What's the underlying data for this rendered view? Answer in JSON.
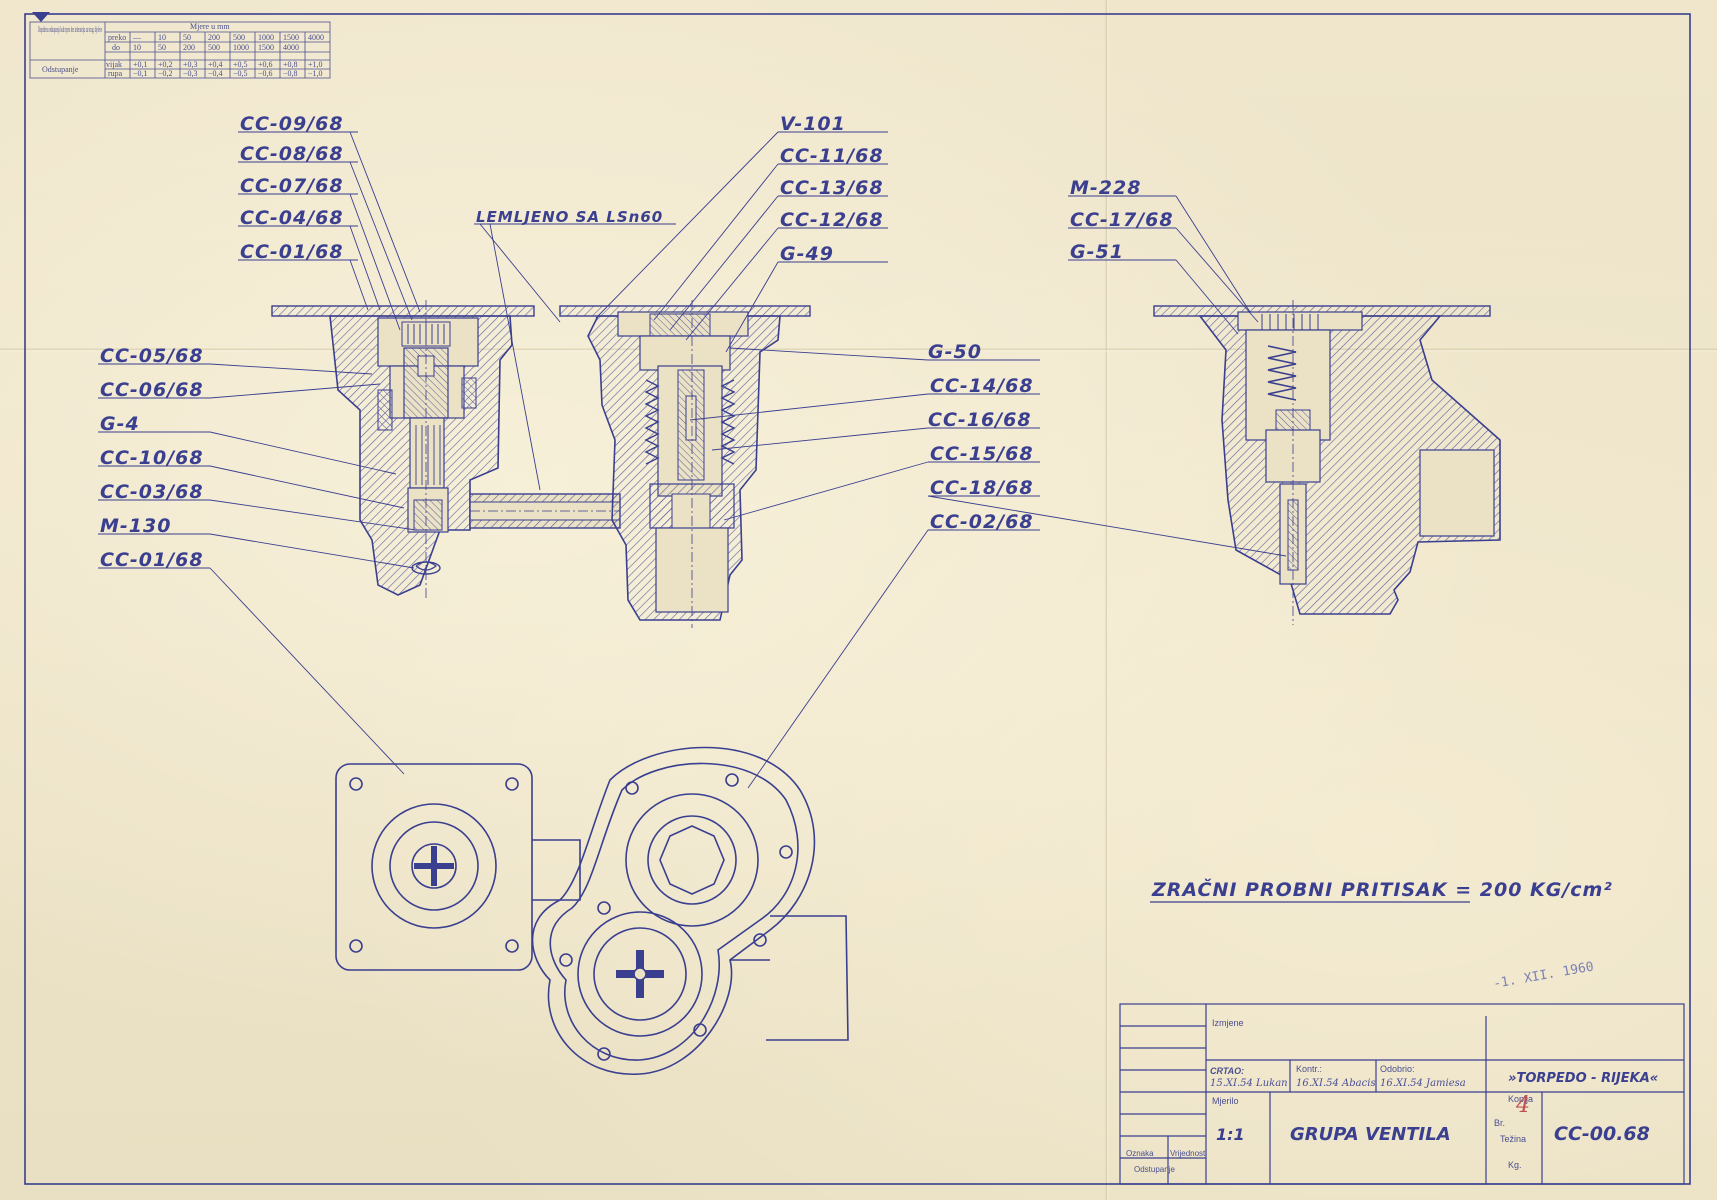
{
  "tolerance_table": {
    "header_left": "Dopuštena odstupanja kod mjera bez tolerancija za strug. djelove",
    "header_top": "Mjere u mm",
    "row_labels": [
      "preko",
      "do"
    ],
    "preko": [
      "—",
      "10",
      "50",
      "200",
      "500",
      "1000",
      "1500",
      "4000"
    ],
    "do": [
      "10",
      "50",
      "200",
      "500",
      "1000",
      "1500",
      "4000",
      ""
    ],
    "odstupanje_label": "Odstupanje",
    "vijak_label": "vijak",
    "rupa_label": "rupa",
    "vijak": [
      "+0,1",
      "+0,2",
      "+0,3",
      "+0,4",
      "+0,5",
      "+0,6",
      "+0,8",
      "+1,0"
    ],
    "rupa": [
      "−0,1",
      "−0,2",
      "−0,3",
      "−0,4",
      "−0,5",
      "−0,6",
      "−0,8",
      "−1,0"
    ]
  },
  "labels_left": [
    "CC-09/68",
    "CC-08/68",
    "CC-07/68",
    "CC-04/68",
    "CC-01/68"
  ],
  "labels_left_lower": [
    "CC-05/68",
    "CC-06/68",
    "G-4",
    "CC-10/68",
    "CC-03/68",
    "M-130",
    "CC-01/68"
  ],
  "label_solder": "LEMLJENO SA LSn60",
  "labels_center": [
    "V-101",
    "CC-11/68",
    "CC-13/68",
    "CC-12/68",
    "G-49"
  ],
  "labels_right_mid": [
    "G-50",
    "CC-14/68",
    "CC-16/68",
    "CC-15/68",
    "CC-18/68",
    "CC-02/68"
  ],
  "labels_right": [
    "M-228",
    "CC-17/68",
    "G-51"
  ],
  "note": "ZRAČNI PROBNI PRITISAK = 200 KG/cm²",
  "stamp_date": "-1. XII. 1960",
  "title_block": {
    "izmjene": "Izmjene",
    "crtao": "CRTAO:",
    "crtao_sig": "15.XI.54 Lukan",
    "kontr": "Kontr.:",
    "kontr_sig": "16.XI.54 Abacis",
    "odobrio": "Odobrio:",
    "odobrio_sig": "16.XI.54 Jamiesa",
    "company": "»TORPEDO - RIJEKA«",
    "mjerilo_label": "Mjerilo",
    "mjerilo": "1:1",
    "title": "GRUPA VENTILA",
    "kopija_label": "Kopija",
    "br_label": "Br.",
    "br": "4",
    "tezina_label": "Težina",
    "kg_label": "Kg.",
    "drawing_no": "CC-00.68",
    "oznaka": "Oznaka",
    "vrijednost": "Vrijednost",
    "odstupanje": "Odstupanje"
  },
  "colors": {
    "ink": "#3a3f8f",
    "paper": "#ece2c6",
    "hatch": "#5a5f9f"
  }
}
